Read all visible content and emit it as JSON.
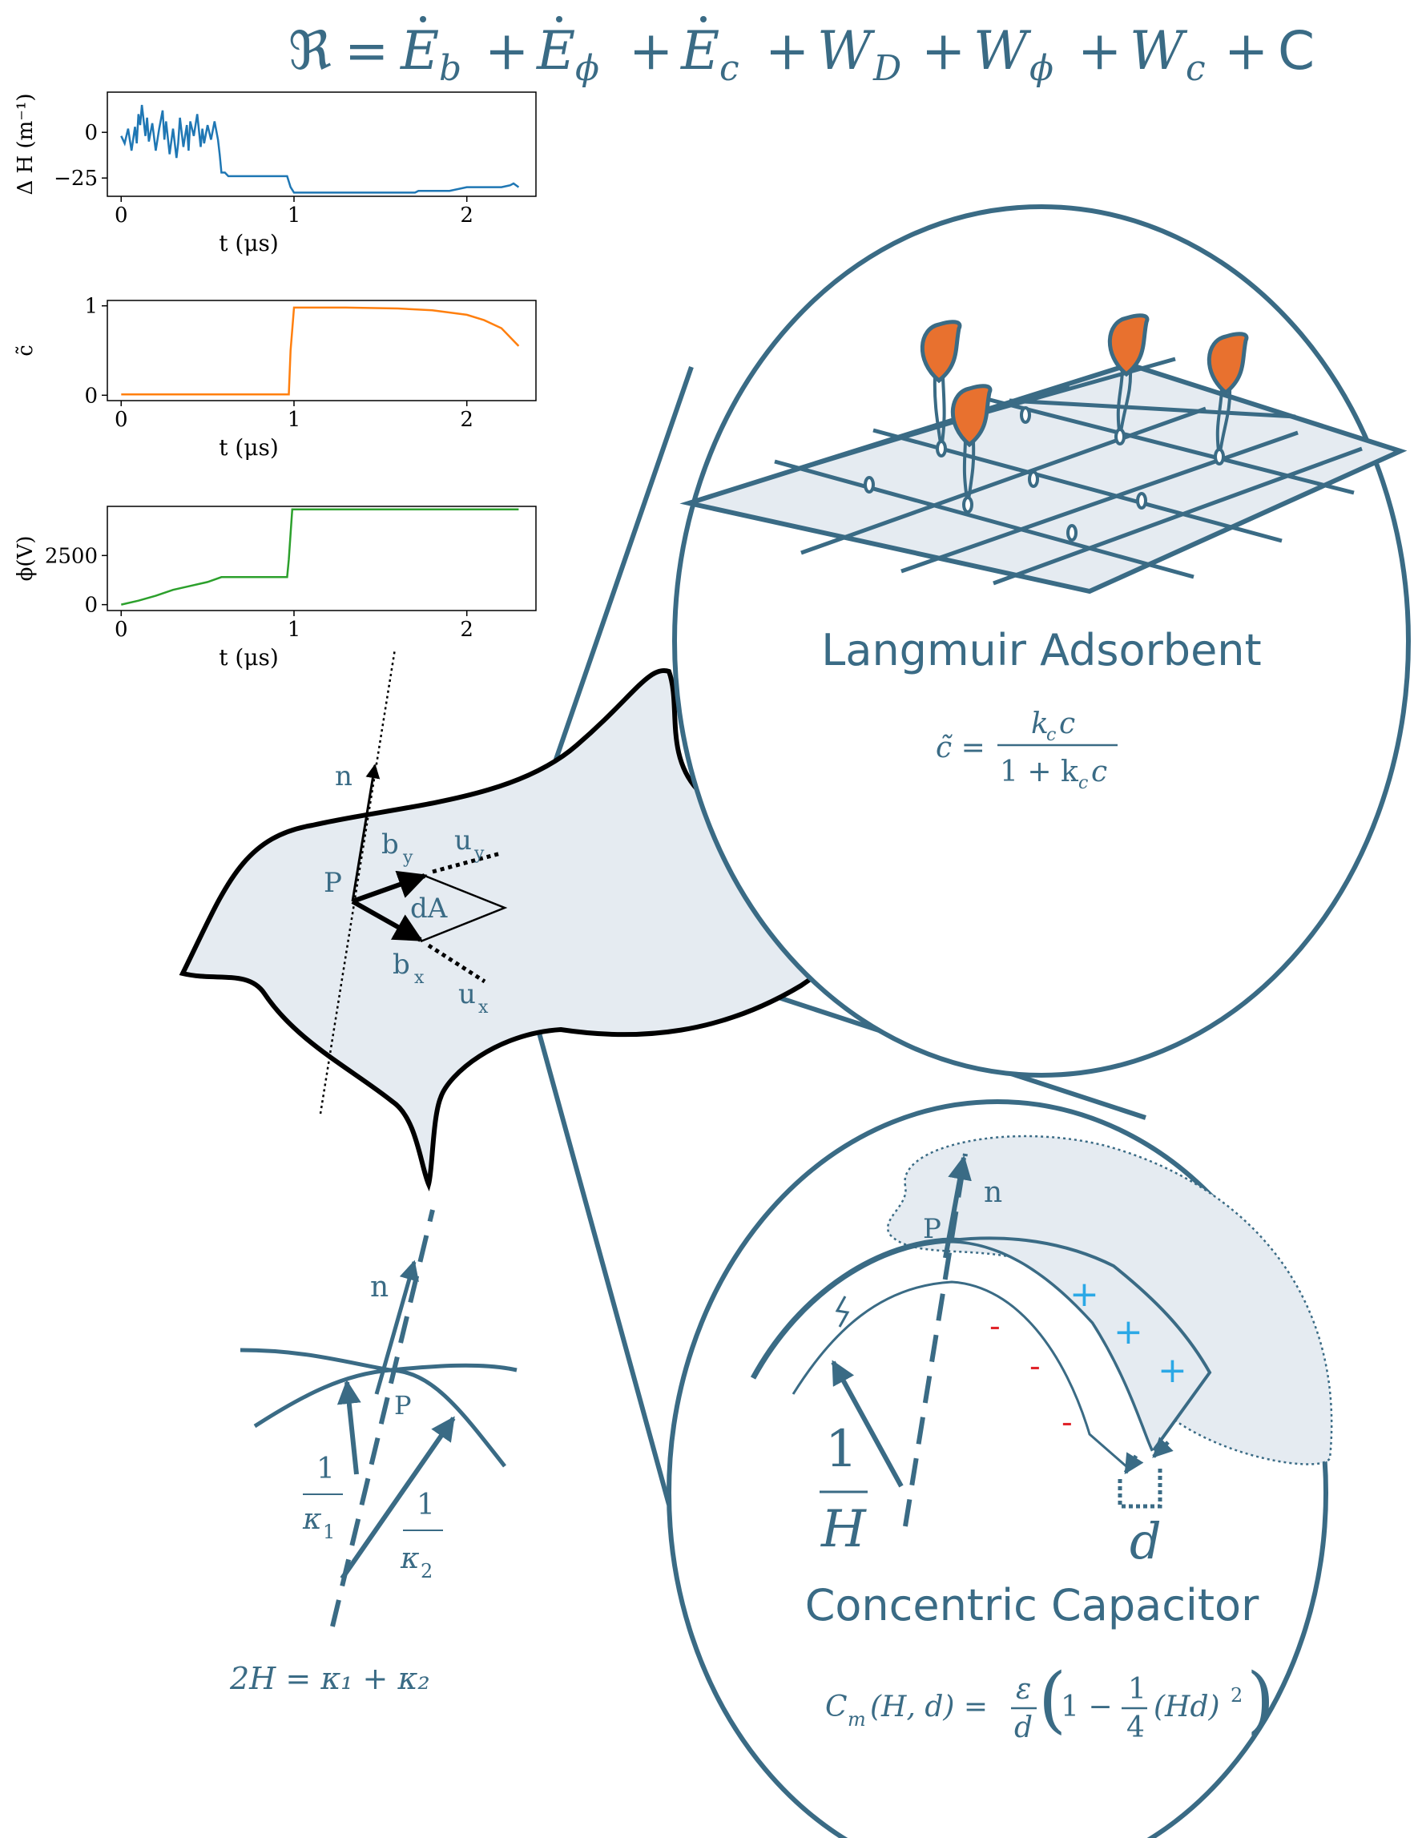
{
  "equation": {
    "lhs": "ℜ",
    "eq": "=",
    "t1": "E",
    "t1sub": "b",
    "t2": "E",
    "t2sub": "ϕ",
    "t3": "E",
    "t3sub": "c",
    "t4": "W",
    "t4sub": "D",
    "t5": "W",
    "t5sub": "ϕ",
    "t6": "W",
    "t6sub": "c",
    "t7": "C",
    "plus": "+"
  },
  "colors": {
    "accent": "#3a6b85",
    "fill": "#e5ebf1",
    "adsorbate": "#e8712f",
    "plus_charge": "#2ba8e6",
    "minus_charge": "#e0252b",
    "deltaH_line": "#1f77b4",
    "c_line": "#ff7f0e",
    "phi_line": "#2ca02c"
  },
  "chart_data": [
    {
      "type": "line",
      "ylabel": "Δ H (m⁻¹)",
      "xlabel": "t (μs)",
      "xticks": [
        "0",
        "1",
        "2"
      ],
      "yticks": [
        "0",
        "−25"
      ],
      "xlim": [
        -0.08,
        2.4
      ],
      "ylim": [
        -35,
        22
      ],
      "series": [
        {
          "x": [
            0,
            0.02,
            0.04,
            0.05,
            0.06,
            0.08,
            0.09,
            0.1,
            0.11,
            0.12,
            0.14,
            0.15,
            0.16,
            0.18,
            0.2,
            0.22,
            0.24,
            0.25,
            0.26,
            0.28,
            0.3,
            0.32,
            0.33,
            0.34,
            0.36,
            0.38,
            0.39,
            0.4,
            0.42,
            0.44,
            0.46,
            0.47,
            0.48,
            0.5,
            0.52,
            0.54,
            0.56,
            0.57,
            0.58,
            0.6,
            0.62,
            0.7,
            0.8,
            0.9,
            0.96,
            0.98,
            1.0,
            1.2,
            1.4,
            1.6,
            1.7,
            1.72,
            1.9,
            2.0,
            2.1,
            2.2,
            2.25,
            2.27,
            2.3
          ],
          "y": [
            -2,
            -6,
            2,
            -4,
            -10,
            3,
            -6,
            10,
            4,
            15,
            -2,
            8,
            -5,
            5,
            -10,
            2,
            12,
            -4,
            6,
            -12,
            2,
            -14,
            -6,
            8,
            -8,
            4,
            -10,
            6,
            -2,
            10,
            -8,
            2,
            -6,
            4,
            -4,
            6,
            -4,
            -12,
            -22,
            -22,
            -24,
            -24,
            -24,
            -24,
            -24,
            -30,
            -33,
            -33,
            -33,
            -33,
            -33,
            -32,
            -32,
            -30,
            -30,
            -30,
            -29,
            -28,
            -30
          ]
        }
      ]
    },
    {
      "type": "line",
      "ylabel": "c̃",
      "xlabel": "t (μs)",
      "xticks": [
        "0",
        "1",
        "2"
      ],
      "yticks": [
        "0",
        "1"
      ],
      "xlim": [
        -0.08,
        2.4
      ],
      "ylim": [
        -0.06,
        1.06
      ],
      "series": [
        {
          "x": [
            0,
            0.5,
            0.97,
            0.98,
            1.0,
            1.3,
            1.6,
            1.8,
            2.0,
            2.1,
            2.2,
            2.3
          ],
          "y": [
            0.01,
            0.01,
            0.01,
            0.5,
            0.98,
            0.98,
            0.97,
            0.95,
            0.9,
            0.84,
            0.75,
            0.55
          ]
        }
      ]
    },
    {
      "type": "line",
      "ylabel": "ϕ(V)",
      "xlabel": "t (μs)",
      "xticks": [
        "0",
        "1",
        "2"
      ],
      "yticks": [
        "0",
        "2500"
      ],
      "xlim": [
        -0.08,
        2.4
      ],
      "ylim": [
        -300,
        5000
      ],
      "series": [
        {
          "x": [
            0,
            0.1,
            0.2,
            0.3,
            0.4,
            0.5,
            0.58,
            0.6,
            0.8,
            0.96,
            0.97,
            0.99,
            1.2,
            1.6,
            2.0,
            2.3
          ],
          "y": [
            0,
            200,
            450,
            750,
            950,
            1150,
            1400,
            1400,
            1400,
            1400,
            2300,
            4850,
            4850,
            4850,
            4850,
            4850
          ]
        }
      ]
    }
  ],
  "surface": {
    "label_n": "n",
    "label_P": "P",
    "label_by": "b",
    "label_by_sub": "y",
    "label_uy": "u",
    "label_uy_sub": "y",
    "label_dA": "dA",
    "label_bx": "b",
    "label_bx_sub": "x",
    "label_ux": "u",
    "label_ux_sub": "x"
  },
  "langmuir": {
    "title": "Langmuir Adsorbent",
    "eq_lhs": "c̃ =",
    "eq_num": "k",
    "eq_num_sub": "c",
    "eq_num_tail": "c",
    "eq_den": "1 + k",
    "eq_den_sub": "c",
    "eq_den_tail": "c"
  },
  "curvature": {
    "label_n": "n",
    "label_P": "P",
    "k1_num": "1",
    "k1_den": "κ",
    "k1_sub": "1",
    "k2_num": "1",
    "k2_den": "κ",
    "k2_sub": "2",
    "equation": "2H = κ₁ + κ₂"
  },
  "capacitor": {
    "title": "Concentric Capacitor",
    "label_n": "n",
    "label_P": "P",
    "label_oneH_num": "1",
    "label_oneH_den": "H",
    "label_d": "d",
    "plus": "+",
    "minus": "-",
    "eq_lhs": "C",
    "eq_lhs_sub": "m",
    "eq_args": "(H, d) =",
    "eq_frac_num": "ε",
    "eq_frac_den": "d",
    "eq_one": "1 −",
    "eq_q_num": "1",
    "eq_q_den": "4",
    "eq_tail": "(Hd)",
    "eq_sq": "2"
  }
}
